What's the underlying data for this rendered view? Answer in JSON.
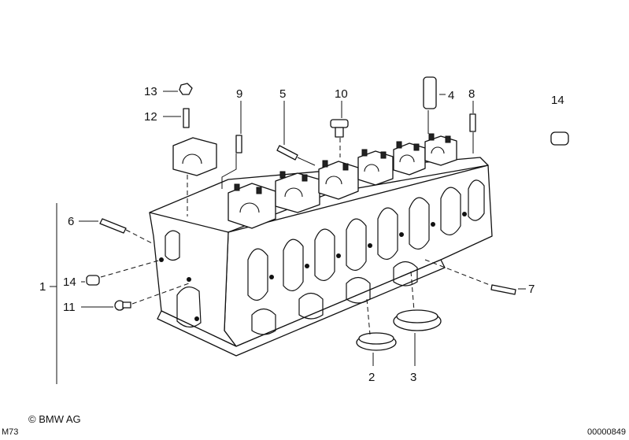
{
  "callouts": [
    {
      "id": "13",
      "label": "13"
    },
    {
      "id": "12",
      "label": "12"
    },
    {
      "id": "9",
      "label": "9"
    },
    {
      "id": "5",
      "label": "5"
    },
    {
      "id": "10",
      "label": "10"
    },
    {
      "id": "4",
      "label": "4"
    },
    {
      "id": "8",
      "label": "8"
    },
    {
      "id": "14a",
      "label": "14"
    },
    {
      "id": "6",
      "label": "6"
    },
    {
      "id": "1",
      "label": "1"
    },
    {
      "id": "14b",
      "label": "14"
    },
    {
      "id": "11",
      "label": "11"
    },
    {
      "id": "7",
      "label": "7"
    },
    {
      "id": "2",
      "label": "2"
    },
    {
      "id": "3",
      "label": "3"
    }
  ],
  "footer": {
    "copyright": "© BMW AG",
    "model_code": "M73",
    "diagram_id": "00000849"
  }
}
